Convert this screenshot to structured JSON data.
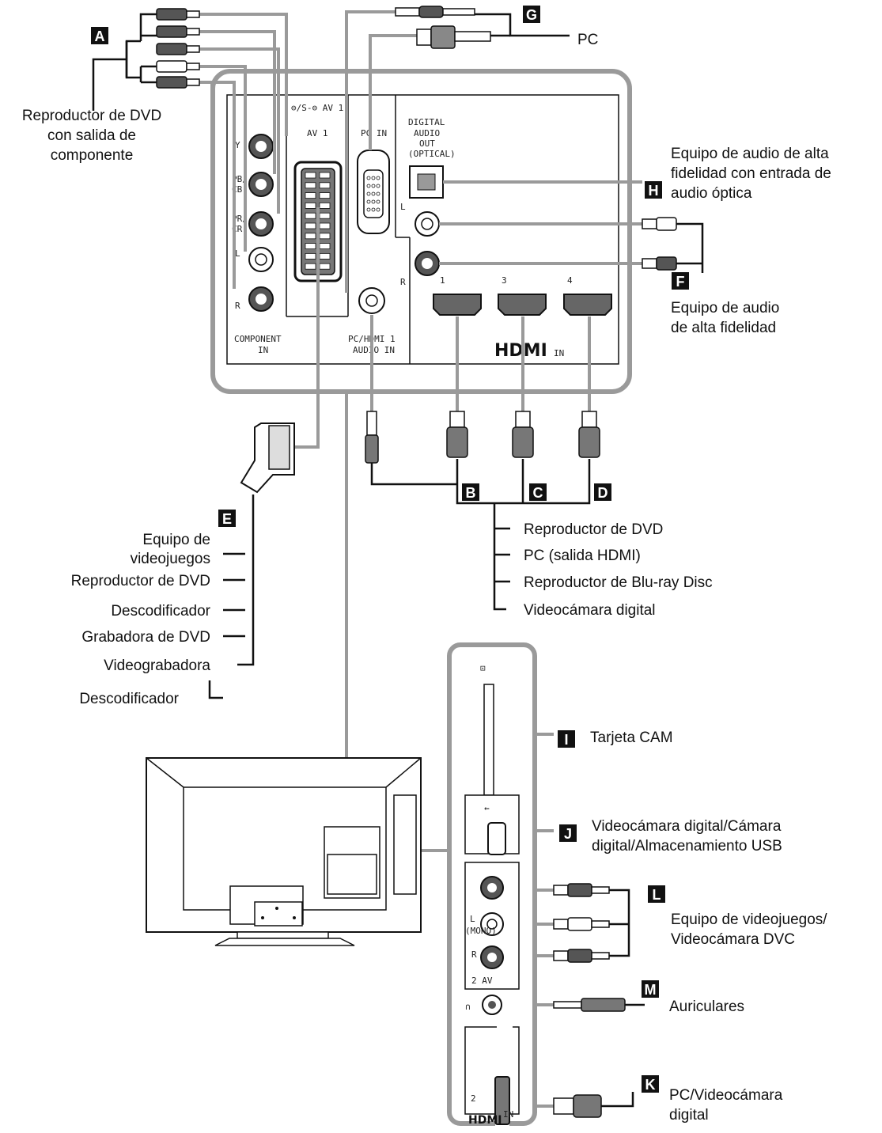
{
  "labels": {
    "pc": "PC",
    "dvd_component": [
      "Reproductor de DVD",
      "con salida de",
      "componente"
    ],
    "hifi_optical": [
      "Equipo de audio de alta",
      "fidelidad con entrada de",
      "audio óptica"
    ],
    "hifi": [
      "Equipo de audio",
      "de alta fidelidad"
    ],
    "scart_devices": [
      "Equipo de",
      "videojuegos",
      "Reproductor de DVD",
      "Descodificador",
      "Grabadora de DVD",
      "Videograbadora",
      "Descodificador"
    ],
    "hdmi_devices": [
      "Reproductor de DVD",
      "PC (salida HDMI)",
      "Reproductor de Blu-ray Disc",
      "Videocámara digital"
    ],
    "cam": "Tarjeta CAM",
    "usb": [
      "Videocámara digital/Cámara",
      "digital/Almacenamiento USB"
    ],
    "game_dvc": [
      "Equipo de videojuegos/",
      "Videocámara DVC"
    ],
    "headphones": "Auriculares",
    "pc_dvc": [
      "PC/Videocámara",
      "digital"
    ]
  },
  "badges": {
    "A": "A",
    "B": "B",
    "C": "C",
    "D": "D",
    "E": "E",
    "F": "F",
    "G": "G",
    "H": "H",
    "I": "I",
    "J": "J",
    "K": "K",
    "L": "L",
    "M": "M"
  },
  "panel": {
    "av1_header": "⊖/S-⊖ AV 1",
    "av1": "AV 1",
    "pc_in": "PC IN",
    "digital_audio_out": [
      "DIGITAL",
      "AUDIO",
      "OUT",
      "(OPTICAL)"
    ],
    "comp_y": "Y",
    "comp_pb": [
      "PB/",
      "CB"
    ],
    "comp_pr": [
      "PR/",
      "CR"
    ],
    "comp_l": "L",
    "comp_r": "R",
    "component_in": [
      "COMPONENT",
      "IN"
    ],
    "pc_hdmi_audio_in": [
      "PC/HDMI 1",
      "AUDIO IN"
    ],
    "audio_l": "L",
    "audio_r": "R",
    "hdmi_ports": [
      "1",
      "3",
      "4"
    ],
    "hdmi_logo": "HDMI",
    "hdmi_in": "IN"
  },
  "side_panel": {
    "av2": "2  AV",
    "mono": "(MONO)",
    "l": "L",
    "r": "R",
    "hdmi2": "2",
    "hdmi_logo": "HDMI",
    "hdmi_in": "IN"
  },
  "colors": {
    "cable": "#9a9a9a",
    "line": "#111111",
    "badge_bg": "#111111",
    "panel": "#ffffff"
  }
}
